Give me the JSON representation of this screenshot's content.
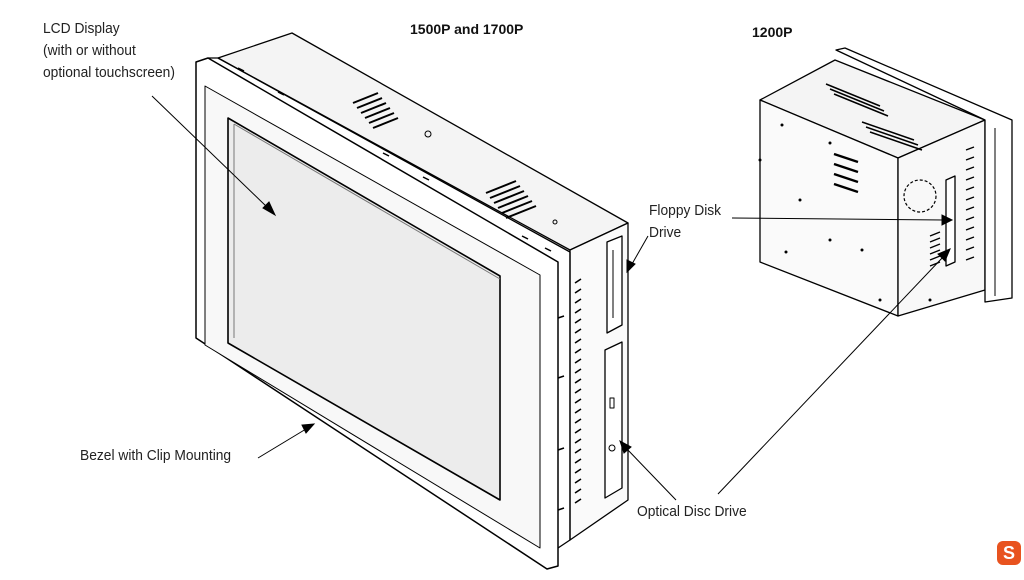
{
  "titles": {
    "large_models": "1500P and 1700P",
    "small_model": "1200P"
  },
  "callouts": {
    "lcd_line1": "LCD Display",
    "lcd_line2": "(with or without",
    "lcd_line3": "optional touchscreen)",
    "floppy_line1": "Floppy Disk",
    "floppy_line2": "Drive",
    "bezel": "Bezel with Clip Mounting",
    "optical": "Optical Disc Drive"
  },
  "watermark": {
    "glyph": "S",
    "color": "#e8531f"
  }
}
